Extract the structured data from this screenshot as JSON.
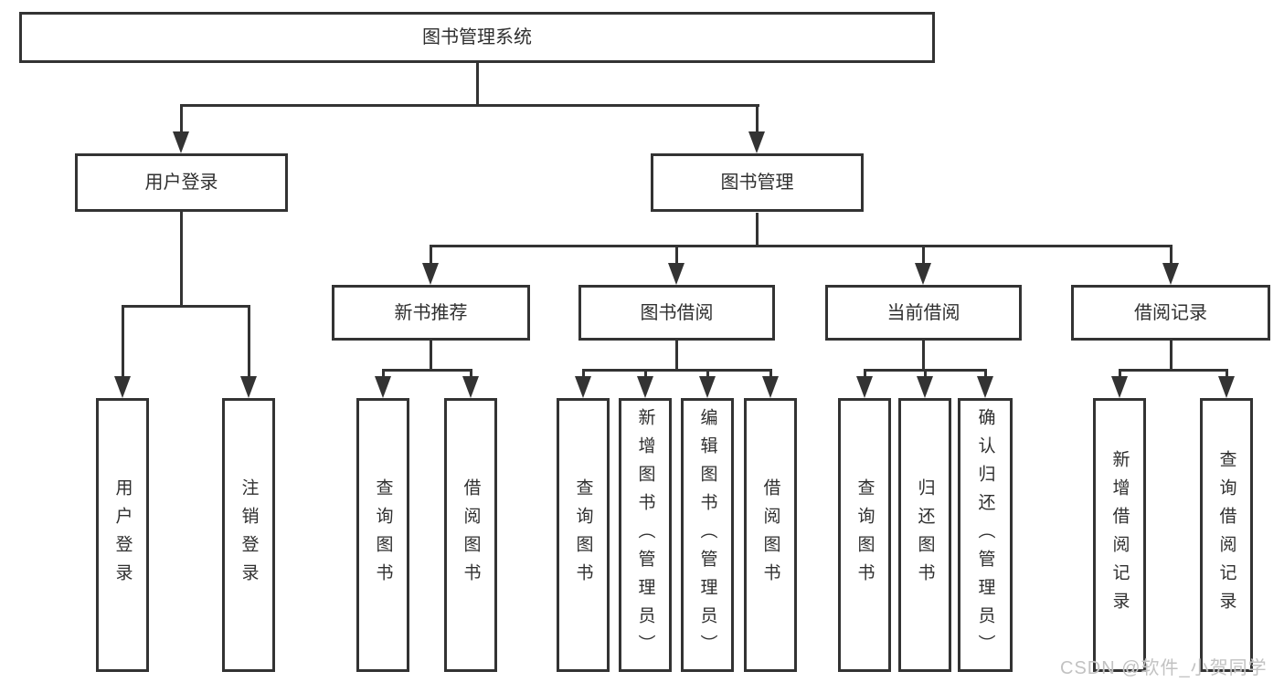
{
  "colors": {
    "line": "#333333",
    "text": "#2f2f2f",
    "background": "#ffffff",
    "watermark": "#c2c2c2"
  },
  "watermark": {
    "text": "CSDN @软件_小贺同学"
  },
  "tree": {
    "root": {
      "label": "图书管理系统"
    },
    "branches": [
      {
        "label": "用户登录",
        "children": [
          {
            "label": "用户登录"
          },
          {
            "label": "注销登录"
          }
        ]
      },
      {
        "label": "图书管理",
        "children": [
          {
            "label": "新书推荐",
            "children": [
              {
                "label": "查询图书"
              },
              {
                "label": "借阅图书"
              }
            ]
          },
          {
            "label": "图书借阅",
            "children": [
              {
                "label": "查询图书"
              },
              {
                "label": "新增图书（管理员）"
              },
              {
                "label": "编辑图书（管理员）"
              },
              {
                "label": "借阅图书"
              }
            ]
          },
          {
            "label": "当前借阅",
            "children": [
              {
                "label": "查询图书"
              },
              {
                "label": "归还图书"
              },
              {
                "label": "确认归还（管理员）"
              }
            ]
          },
          {
            "label": "借阅记录",
            "children": [
              {
                "label": "新增借阅记录"
              },
              {
                "label": "查询借阅记录"
              }
            ]
          }
        ]
      }
    ]
  }
}
